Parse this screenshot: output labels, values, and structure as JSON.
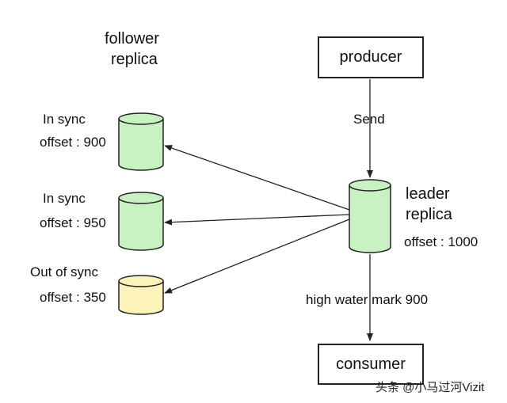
{
  "followers": {
    "title_line1": "follower",
    "title_line2": "replica",
    "items": [
      {
        "status": "In sync",
        "offset": "offset : 900",
        "fill": "#c9f2c2"
      },
      {
        "status": "In sync",
        "offset": "offset : 950",
        "fill": "#c9f2c2"
      },
      {
        "status": "Out of sync",
        "offset": "offset : 350",
        "fill": "#fbf3b8"
      }
    ]
  },
  "producer": {
    "label": "producer"
  },
  "send": {
    "label": "Send"
  },
  "leader": {
    "title_line1": "leader",
    "title_line2": "replica",
    "offset": "offset : 1000",
    "fill": "#c9f2c2"
  },
  "high_water_mark": {
    "label": "high water mark 900"
  },
  "consumer": {
    "label": "consumer"
  },
  "watermark": {
    "text": "头条 @小马过河Vizit"
  },
  "colors": {
    "stroke": "#222222",
    "arrow": "#222222"
  }
}
